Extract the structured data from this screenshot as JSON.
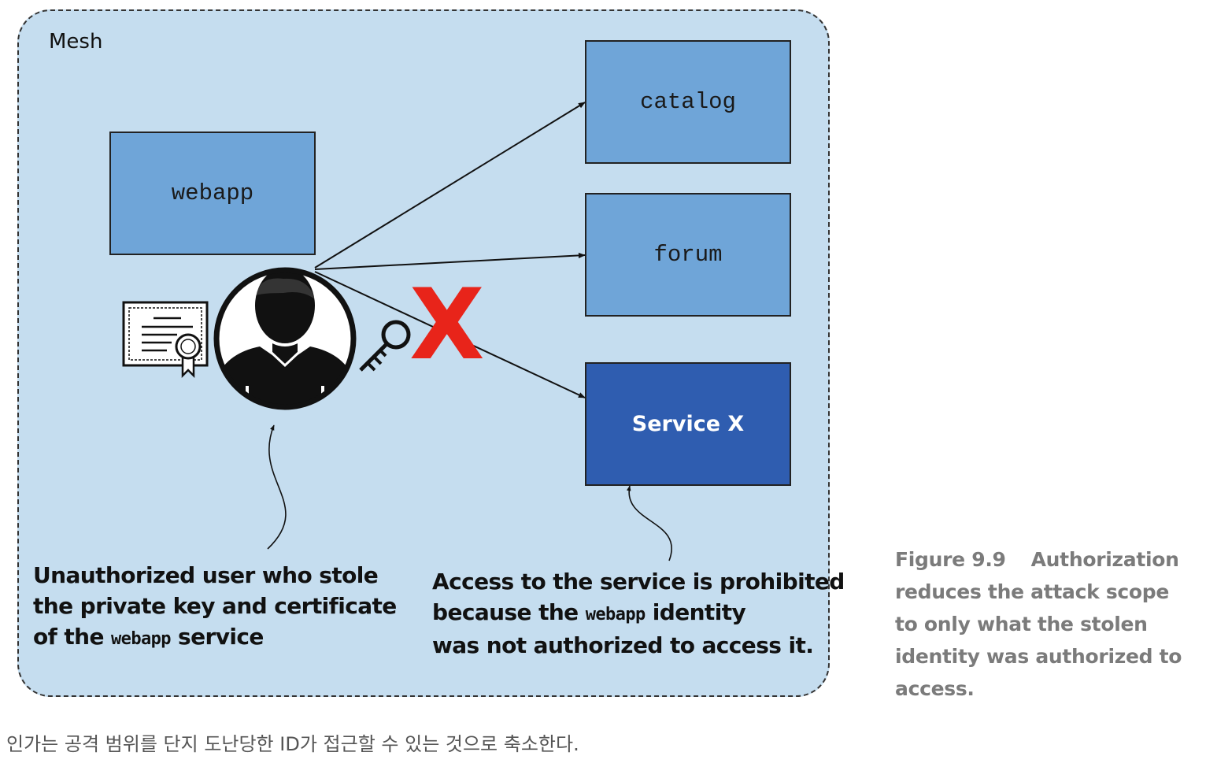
{
  "diagram": {
    "mesh_label": "Mesh",
    "nodes": {
      "webapp": "webapp",
      "catalog": "catalog",
      "forum": "forum",
      "service_x": "Service X"
    },
    "notes": {
      "attacker_line1": "Unauthorized user who stole",
      "attacker_line2": "the private key and certificate",
      "attacker_line3_pre": "of the ",
      "attacker_line3_code": "webapp",
      "attacker_line3_post": " service",
      "denied_line1": "Access to the service is prohibited",
      "denied_line2_pre": "because the ",
      "denied_line2_code": "webapp",
      "denied_line2_post": " identity",
      "denied_line3": "was not authorized to access it."
    },
    "denied_mark": "X",
    "colors": {
      "mesh_fill": "#c5ddef",
      "box_light": "#6fa5d8",
      "box_dark": "#2f5db0",
      "denied": "#e8241a"
    }
  },
  "caption": {
    "figure_label": "Figure 9.9",
    "text_line1": "Authorization",
    "text_line2": "reduces the attack scope",
    "text_line3": "to only what the stolen",
    "text_line4": "identity was authorized to",
    "text_line5": "access."
  },
  "subtitle": "인가는 공격 범위를 단지 도난당한 ID가 접근할 수 있는 것으로 축소한다."
}
